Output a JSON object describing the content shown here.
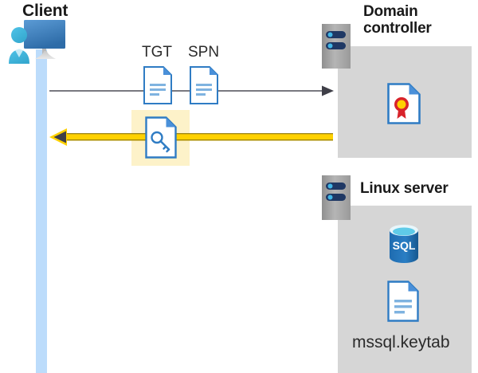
{
  "diagram": {
    "title": "Kerberos authentication flow between client, domain controller and Linux server",
    "background_color": "#ffffff"
  },
  "actors": {
    "client": {
      "label": "Client",
      "icon": "user-with-monitor-icon",
      "lifeline_color": "#bcdcfb"
    },
    "domain_controller": {
      "label": "Domain controller",
      "icon": "server-rack-icon",
      "panel_color": "#d6d6d6",
      "contents": [
        {
          "icon": "certificate-document-icon",
          "label": ""
        }
      ]
    },
    "linux_server": {
      "label": "Linux server",
      "icon": "server-rack-icon",
      "panel_color": "#d6d6d6",
      "contents": [
        {
          "icon": "sql-database-icon",
          "label": "SQL"
        },
        {
          "icon": "keytab-document-icon",
          "label": "mssql.keytab"
        }
      ]
    }
  },
  "messages": [
    {
      "id": "request",
      "direction": "client-to-domain-controller",
      "color": "#4d4d57",
      "style": "thin-line-solid-arrow",
      "artifacts": [
        {
          "icon": "document-icon",
          "label": "TGT"
        },
        {
          "icon": "document-icon",
          "label": "SPN"
        }
      ]
    },
    {
      "id": "response",
      "direction": "domain-controller-to-client",
      "color": "#ffd100",
      "style": "thick-line-solid-arrow",
      "highlight_color": "#fdf2c9",
      "artifacts": [
        {
          "icon": "key-document-icon",
          "label": ""
        }
      ]
    }
  ],
  "labels": {
    "tgt": "TGT",
    "spn": "SPN",
    "sql": "SQL",
    "keytab_file": "mssql.keytab",
    "client": "Client",
    "domain_controller_line1": "Domain",
    "domain_controller_line2": "controller",
    "linux_server": "Linux server"
  },
  "colors": {
    "panel_gray": "#d6d6d6",
    "lifeline_blue": "#bcdcfb",
    "arrow_yellow": "#ffd100",
    "arrow_dark": "#4d4d57",
    "highlight_yellow": "#fdf2c9",
    "doc_blue": "#2f7cc4",
    "sql_blue": "#1f6cb0",
    "text_dark": "#1a1a1a"
  }
}
